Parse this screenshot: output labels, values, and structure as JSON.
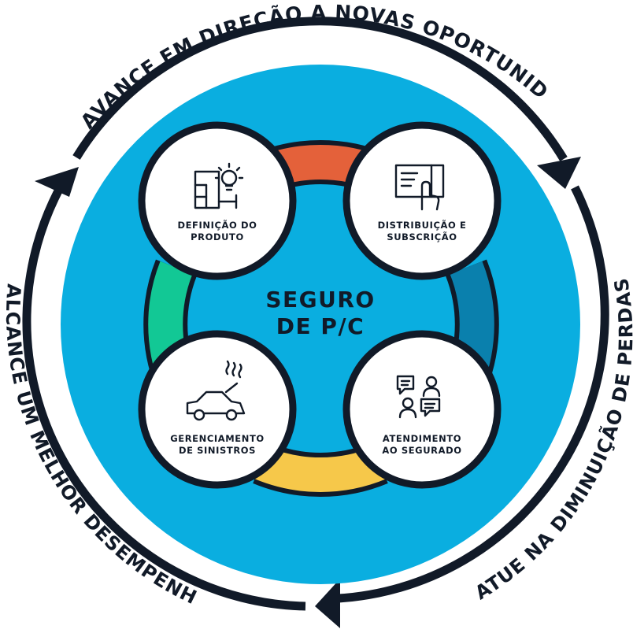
{
  "outer_labels": {
    "top": "AVANCE EM DIREÇÃO A NOVAS OPORTUNIDADES",
    "right": "ATUE NA DIMINUIÇÃO DE PERDAS",
    "left": "ALCANCE UM MELHOR DESEMPENHO"
  },
  "center": {
    "line1": "SEGURO",
    "line2": "DE P/C"
  },
  "nodes": [
    {
      "line1": "DEFINIÇÃO DO",
      "line2": "PRODUTO",
      "icon": "blueprint-lightbulb-icon"
    },
    {
      "line1": "DISTRIBUIÇÃO E",
      "line2": "SUBSCRIÇÃO",
      "icon": "document-touch-icon"
    },
    {
      "line1": "GERENCIAMENTO",
      "line2": "DE SINISTROS",
      "icon": "damaged-car-icon"
    },
    {
      "line1": "ATENDIMENTO",
      "line2": "AO SEGURADO",
      "icon": "chat-people-icon"
    }
  ],
  "colors": {
    "ink": "#111a28",
    "disc": "#0aaee0",
    "segment_top": "#e4613a",
    "segment_right": "#0a80ad",
    "segment_bottom": "#f6c84a",
    "segment_left": "#12c895",
    "node_fill": "#ffffff"
  }
}
